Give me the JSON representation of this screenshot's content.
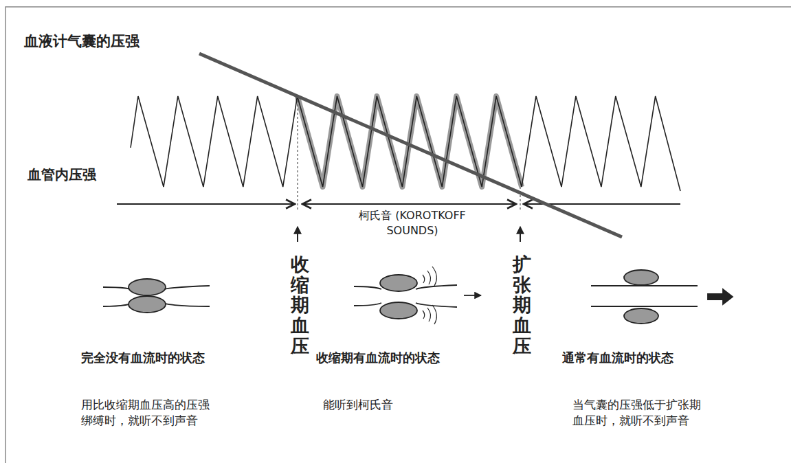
{
  "diagram": {
    "labels": [
      "血液计气囊的压强",
      "血管内压强",
      "柯氏音 (KOROTKOFF SOUNDS)",
      "收缩期血压",
      "扩张期血压",
      "完全没有血流时的状态",
      "收缩期有血流时的状态",
      "通常有血流时的状态",
      "用比收缩期血压高的压强 绑缚时，就听不到声音",
      "能听到柯氏音",
      "当气囊的压强低于扩张期 血压时，就听不到声音"
    ]
  }
}
